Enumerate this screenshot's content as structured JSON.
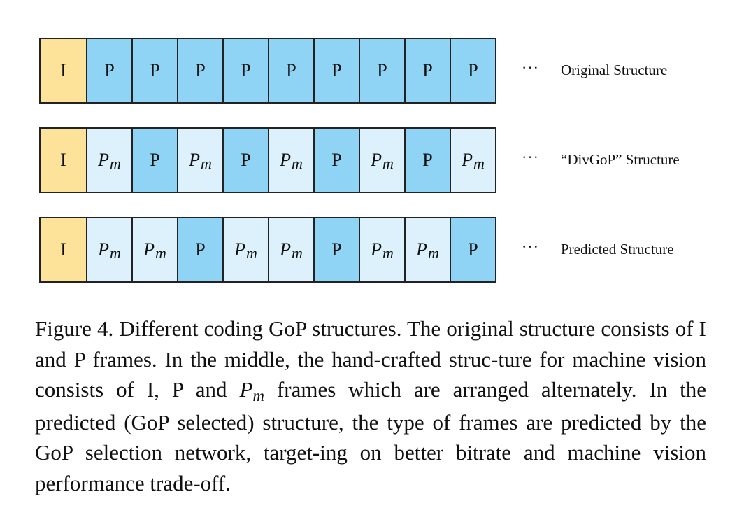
{
  "rows": [
    {
      "label": "Original Structure",
      "frames": [
        "I",
        "P",
        "P",
        "P",
        "P",
        "P",
        "P",
        "P",
        "P",
        "P"
      ]
    },
    {
      "label": "“DivGoP” Structure",
      "frames": [
        "I",
        "Pm",
        "P",
        "Pm",
        "P",
        "Pm",
        "P",
        "Pm",
        "P",
        "Pm"
      ]
    },
    {
      "label": "Predicted Structure",
      "frames": [
        "I",
        "Pm",
        "Pm",
        "P",
        "Pm",
        "Pm",
        "P",
        "Pm",
        "Pm",
        "P"
      ]
    }
  ],
  "ellipsis": "···",
  "colors": {
    "I": "#fde29a",
    "P": "#8fd4f4",
    "Pm": "#dcf1fb",
    "border": "#222222"
  },
  "caption": {
    "part1": "Figure 4. Different coding GoP structures. The original structure consists of I and P frames. In the middle, the hand-crafted struc-ture for machine vision consists of I, P and ",
    "pm_base": "P",
    "pm_sub": "m",
    "part2": " frames which are arranged alternately. In the predicted (GoP selected) structure, the type of frames are predicted by the GoP selection network, target-ing on better bitrate and machine vision performance trade-off."
  }
}
